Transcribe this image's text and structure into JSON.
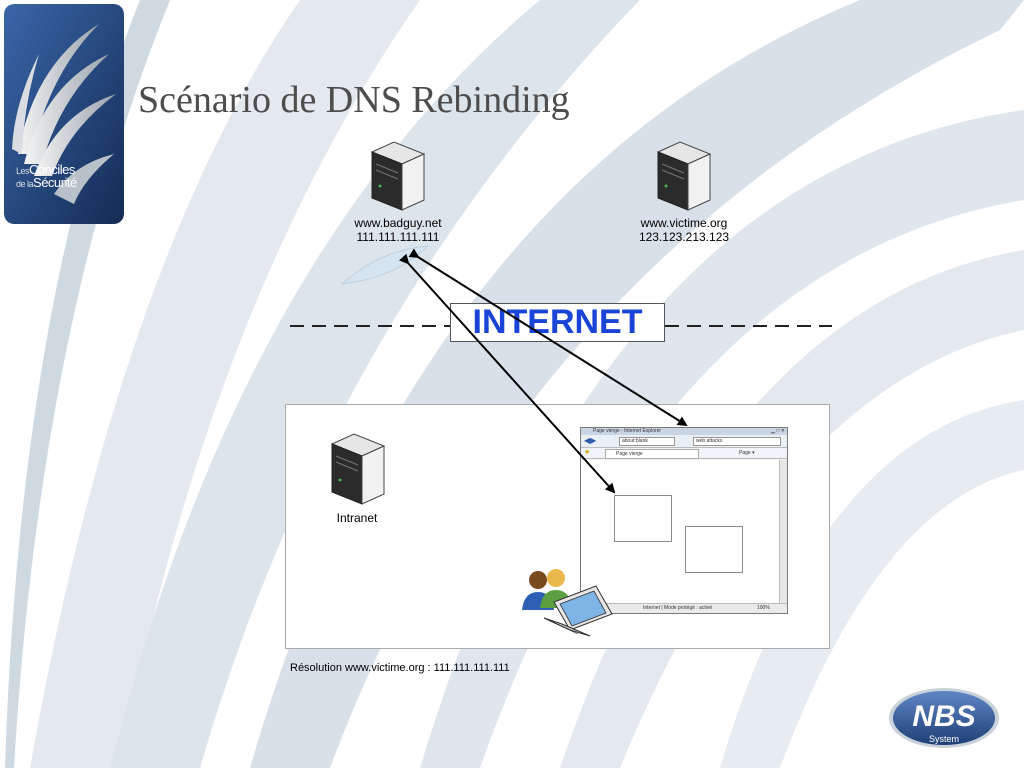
{
  "slide": {
    "title": "Scénario de DNS Rebinding"
  },
  "logo": {
    "line1_prefix": "Les",
    "line1": "Conciles",
    "line2_prefix": "de la",
    "line2": "Sécurité"
  },
  "servers": {
    "badguy": {
      "host": "www.badguy.net",
      "ip": "111.111.111.111"
    },
    "victime": {
      "host": "www.victime.org",
      "ip": "123.123.213.123"
    },
    "intranet": {
      "label": "Intranet"
    }
  },
  "internet": {
    "label": "INTERNET"
  },
  "browser": {
    "window_title": "Page vierge - Internet Explorer",
    "address": "about:blank",
    "search": "web attacks",
    "tab": "Page vierge",
    "tools": "Page ▾",
    "status": "Internet | Mode protégé : activé",
    "zoom": "100%"
  },
  "resolution": {
    "text": "Résolution www.victime.org : 111.111.111.111"
  },
  "nbs_logo": {
    "name": "NBS",
    "sub": "System"
  },
  "colors": {
    "internet_text": "#1a43d8",
    "title_text": "#4d4d4d",
    "background_swoosh": "#d9e2ea",
    "logo_bg": "#1f3f77"
  }
}
